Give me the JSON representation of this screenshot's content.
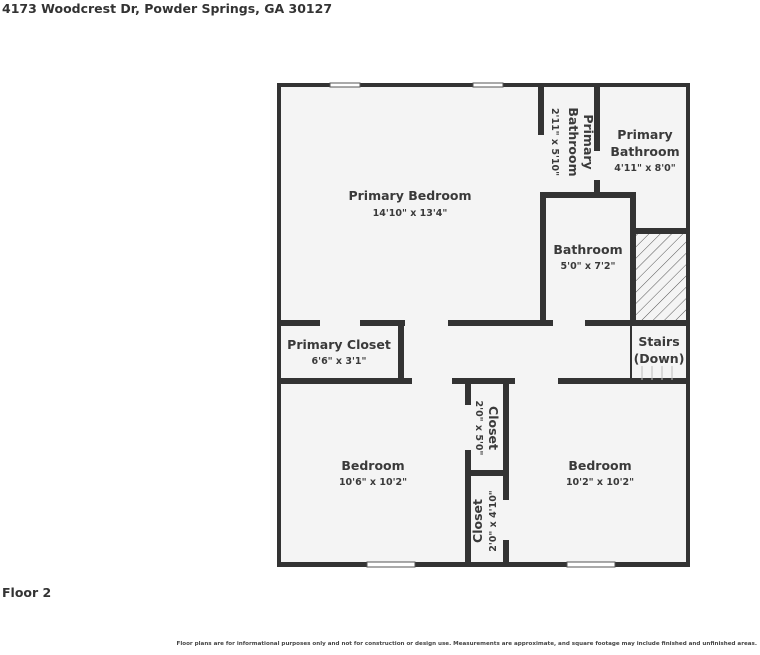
{
  "address": "4173 Woodcrest Dr, Powder Springs, GA 30127",
  "floor_label": "Floor 2",
  "disclaimer": "Floor plans are for informational purposes only and not for construction or design use. Measurements are approximate, and square footage may include finished and unfinished areas.",
  "rooms": [
    {
      "name": "Primary Bedroom",
      "dims": "14'10\" x 13'4\""
    },
    {
      "name": "Primary Bathroom",
      "dims": "2'11\" x 5'10\""
    },
    {
      "name": "Primary Bathroom",
      "dims": "4'11\" x 8'0\""
    },
    {
      "name": "Bathroom",
      "dims": "5'0\" x 7'2\""
    },
    {
      "name": "Primary Closet",
      "dims": "6'6\" x 3'1\""
    },
    {
      "name": "Stairs (Down)",
      "line1": "Stairs",
      "line2": "(Down)"
    },
    {
      "name": "Closet",
      "dims": "2'0\" x 5'0\""
    },
    {
      "name": "Bedroom",
      "dims": "10'6\" x 10'2\""
    },
    {
      "name": "Closet",
      "dims": "2'0\" x 4'10\""
    },
    {
      "name": "Bedroom",
      "dims": "10'2\" x 10'2\""
    }
  ],
  "colors": {
    "wall": "#333333",
    "floor": "#f4f4f4"
  }
}
